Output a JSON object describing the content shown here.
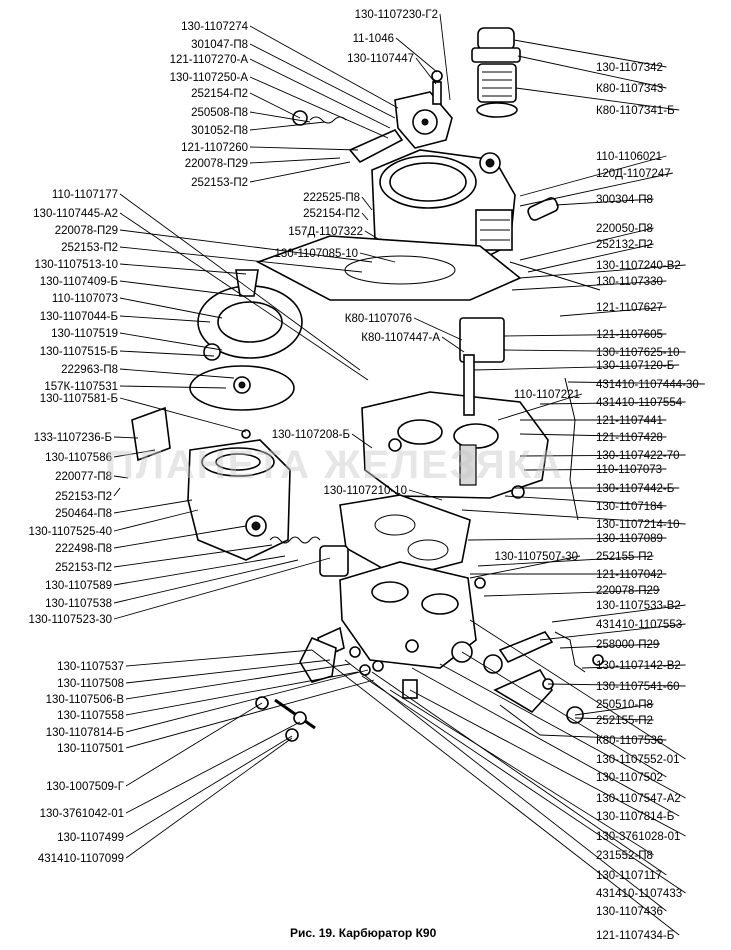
{
  "caption": "Рис. 19. Карбюратор К90",
  "watermark": "ПЛАНЕТА ЖЕЛЕЗЯКА",
  "labels": {
    "top_center": [
      "130-1107274",
      "301047-П8",
      "121-1107270-А",
      "130-1107250-А",
      "252154-П2",
      "250508-П8",
      "301052-П8",
      "121-1107260",
      "220078-П29",
      "252153-П2"
    ],
    "top_mid": [
      "130-1107230-Г2",
      "11-1046",
      "130-1107447"
    ],
    "left": [
      "110-1107177",
      "130-1107445-А2",
      "220078-П29",
      "252153-П2",
      "130-1107513-10",
      "130-1107409-Б",
      "110-1107073",
      "130-1107044-Б",
      "130-1107519",
      "130-1107515-Б",
      "222963-П8",
      "157К-1107531",
      "130-1107581-Б",
      "133-1107236-Б",
      "130-1107586",
      "220077-П8",
      "252153-П2",
      "250464-П8",
      "130-1107525-40",
      "222498-П8",
      "252153-П2",
      "130-1107589",
      "130-1107538",
      "130-1107523-30"
    ],
    "left_lower": [
      "130-1107537",
      "130-1107508",
      "130-1107506-В",
      "130-1107558",
      "130-1107814-Б",
      "130-1107501",
      "130-1007509-Г",
      "130-3761042-01",
      "130-1107499",
      "431410-1107099"
    ],
    "mid": [
      "222525-П8",
      "252154-П2",
      "157Д-1107322",
      "130-1107085-10",
      "К80-1107076",
      "К80-1107447-А",
      "110-1107221",
      "130-1107208-Б",
      "130-1107210-10",
      "130-1107507-30"
    ],
    "right": [
      "130-1107342",
      "К80-1107343",
      "К80-1107341-Б",
      "110-1106021",
      "120Д-1107247",
      "300304-П8",
      "220050-П8",
      "252132-П2",
      "130-1107240-В2",
      "130-1107330",
      "121-1107627",
      "121-1107605",
      "130-1107625-10",
      "130-1107120-Б",
      "431410-1107444-30",
      "431410-1107554",
      "121-1107441",
      "121-1107428",
      "130-1107422-70",
      "110-1107073",
      "130-1107442-Б",
      "130-1107184",
      "130-1107214-10",
      "130-1107089",
      "252155-П2",
      "121-1107042",
      "220078-П29",
      "130-1107533-В2",
      "431410-1107553",
      "258000-П29",
      "130-1107142-В2",
      "130-1107541-60",
      "250510-П8",
      "252155-П2",
      "К80-1107536",
      "130-1107552-01",
      "130-1107502",
      "130-1107547-А2",
      "130-1107814-Б",
      "130-3761028-01",
      "231552-П8",
      "130-1107117",
      "431410-1107433",
      "130-1107436",
      "121-1107434-Б"
    ]
  }
}
